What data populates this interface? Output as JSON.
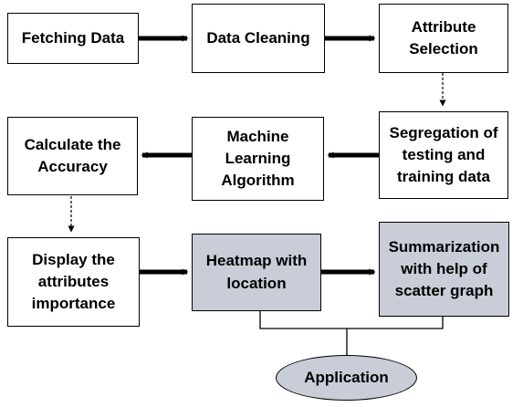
{
  "nodes": {
    "fetching": "Fetching Data",
    "cleaning": "Data Cleaning",
    "attribute_selection": "Attribute Selection",
    "segregation": "Segregation of testing and training data",
    "ml_algorithm": "Machine Learning Algorithm",
    "accuracy": "Calculate the Accuracy",
    "importance": "Display the attributes importance",
    "heatmap": "Heatmap with location",
    "summarization": "Summarization with help of scatter graph",
    "application": "Application"
  },
  "colors": {
    "shaded_fill": "#c8cdd8",
    "stroke": "#000000"
  }
}
